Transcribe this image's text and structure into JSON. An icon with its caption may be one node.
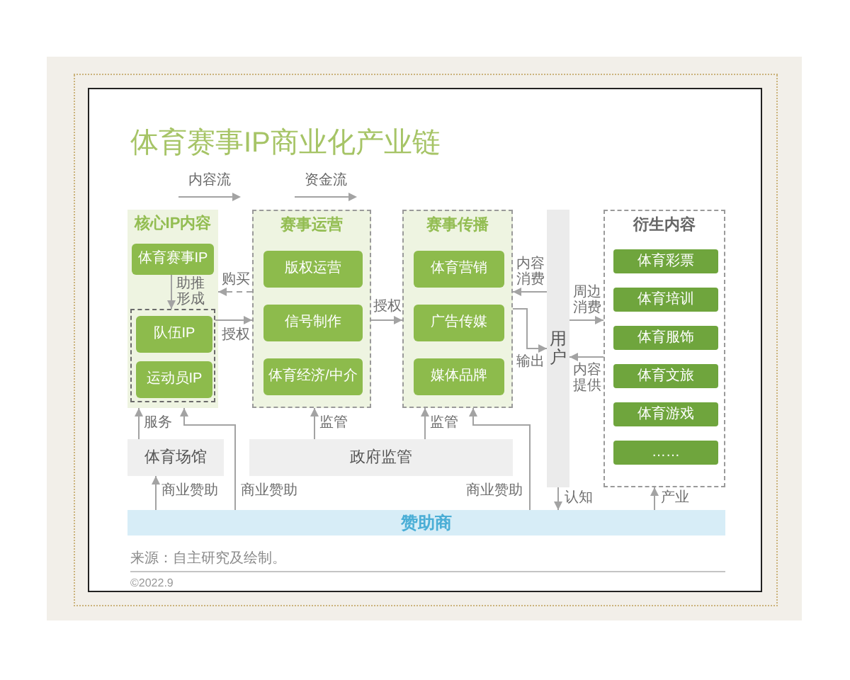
{
  "diagram": {
    "title": "体育赛事IP商业化产业链",
    "nodes": [
      {
        "text": [
          "核心IP内容"
        ]
      },
      {
        "text": [
          "体育赛事IP"
        ],
        "in": 0
      },
      {
        "text": [],
        "shape": "box",
        "in": 0
      },
      {
        "text": [
          "队伍IP"
        ],
        "in": 2
      },
      {
        "text": [
          "运动员IP"
        ],
        "in": 2
      },
      {
        "text": [
          "赛事运营"
        ]
      },
      {
        "text": [
          "版权运营"
        ],
        "in": 5
      },
      {
        "text": [
          "信号制作"
        ],
        "in": 5
      },
      {
        "text": [
          "体育经济/中介"
        ],
        "in": 5
      },
      {
        "text": [
          "赛事传播"
        ]
      },
      {
        "text": [
          "体育营销"
        ],
        "in": 9
      },
      {
        "text": [
          "广告传媒"
        ],
        "in": 9
      },
      {
        "text": [
          "媒体品牌"
        ],
        "in": 9
      },
      {
        "text": [
          "用户"
        ]
      },
      {
        "text": [
          "衍生内容"
        ]
      },
      {
        "text": [
          "体育彩票"
        ],
        "in": 14
      },
      {
        "text": [
          "体育培训"
        ],
        "in": 14
      },
      {
        "text": [
          "体育服饰"
        ],
        "in": 14
      },
      {
        "text": [
          "体育文旅"
        ],
        "in": 14
      },
      {
        "text": [
          "体育游戏"
        ],
        "in": 14
      },
      {
        "text": [
          "……"
        ],
        "in": 14
      },
      {
        "text": [
          "体育场馆"
        ]
      },
      {
        "text": [
          "政府监管"
        ]
      },
      {
        "text": [
          "赞助商"
        ]
      }
    ],
    "edges": [
      {
        "from": 1,
        "to": 2,
        "arrow": "to",
        "label": "助推形成"
      },
      {
        "from": 5,
        "to": 0,
        "arrow": "to",
        "label": "购买",
        "style": "dashed"
      },
      {
        "from": 2,
        "to": 5,
        "arrow": "to",
        "label": "授权"
      },
      {
        "from": 5,
        "to": 9,
        "arrow": "to",
        "label": "授权"
      },
      {
        "from": 13,
        "to": 9,
        "arrow": "to",
        "label": "内容消费"
      },
      {
        "from": 9,
        "to": 13,
        "arrow": "to",
        "label": "输出"
      },
      {
        "from": 13,
        "to": 14,
        "arrow": "to",
        "label": "周边消费"
      },
      {
        "from": 14,
        "to": 13,
        "arrow": "to",
        "label": "内容提供"
      },
      {
        "from": 21,
        "to": 0,
        "arrow": "to",
        "label": "服务"
      },
      {
        "from": 23,
        "to": 0,
        "arrow": "to",
        "label": "商业赞助"
      },
      {
        "from": 23,
        "to": 21,
        "arrow": "to",
        "label": "商业赞助"
      },
      {
        "from": 22,
        "to": 5,
        "arrow": "to",
        "label": "监管"
      },
      {
        "from": 22,
        "to": 9,
        "arrow": "to",
        "label": "监管"
      },
      {
        "from": 23,
        "to": 9,
        "arrow": "to",
        "label": "商业赞助"
      },
      {
        "from": 13,
        "to": 23,
        "arrow": "to",
        "label": "认知"
      },
      {
        "from": 23,
        "to": 14,
        "arrow": "to",
        "label": "产业"
      }
    ],
    "labels": [
      "来源：自主研究及绘制。",
      "©2022.9"
    ],
    "legend": [
      {
        "text": "内容流"
      },
      {
        "text": "资金流"
      }
    ]
  }
}
